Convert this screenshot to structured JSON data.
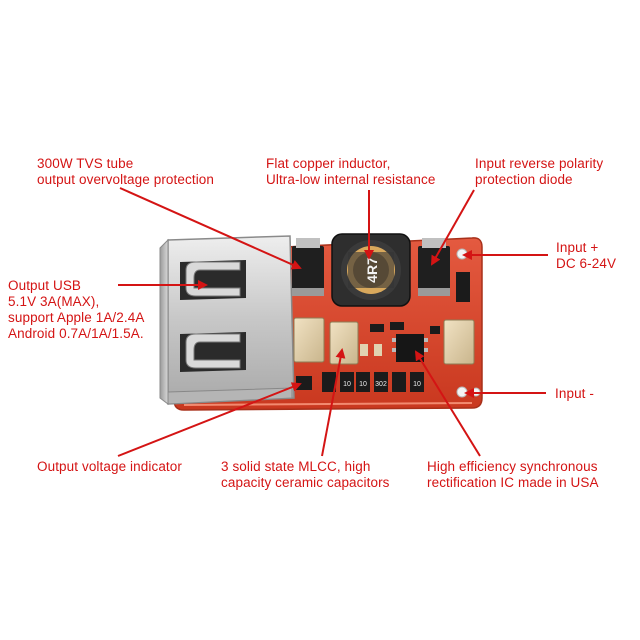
{
  "labels": {
    "tvs": [
      "300W TVS tube",
      "output overvoltage protection"
    ],
    "inductor": [
      "Flat copper inductor,",
      "Ultra-low internal resistance"
    ],
    "diode": [
      "Input reverse polarity",
      "protection diode"
    ],
    "input_plus": [
      "Input +",
      "DC 6-24V"
    ],
    "usb": [
      "Output USB",
      "5.1V 3A(MAX),",
      "support Apple 1A/2.4A",
      "Android 0.7A/1A/1.5A."
    ],
    "input_minus": [
      "Input -"
    ],
    "indicator": [
      "Output voltage indicator"
    ],
    "mlcc": [
      "3 solid state MLCC, high",
      "capacity ceramic capacitors"
    ],
    "ic": [
      "High efficiency synchronous",
      "rectification IC made in USA"
    ]
  },
  "board_markings": {
    "inductor_code": "4R7",
    "resistor_codes": [
      "10",
      "10",
      "302",
      "10"
    ]
  },
  "colors": {
    "label_red": "#d41414",
    "pcb_red": "#d9442e",
    "usb_metal": "#cfcfcf",
    "inductor_dark": "#2e2e2e"
  }
}
